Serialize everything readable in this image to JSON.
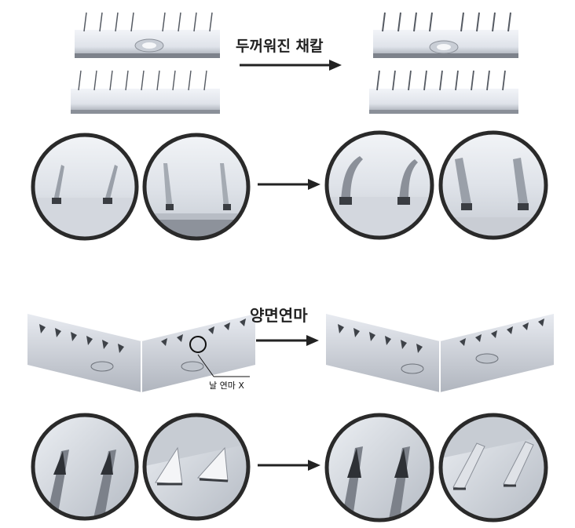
{
  "labels": {
    "thicker_blade": "두꺼워진 채칼",
    "double_grinding": "양면연마",
    "no_grinding": "날 연마 X"
  },
  "colors": {
    "arrow": "#222222",
    "circle_border": "#2a2a2a",
    "metal_light": "#e6e9ef",
    "metal_dark": "#8a8f98"
  },
  "icons": {
    "arrow": "right-arrow-icon",
    "callout": "callout-circle-icon"
  }
}
